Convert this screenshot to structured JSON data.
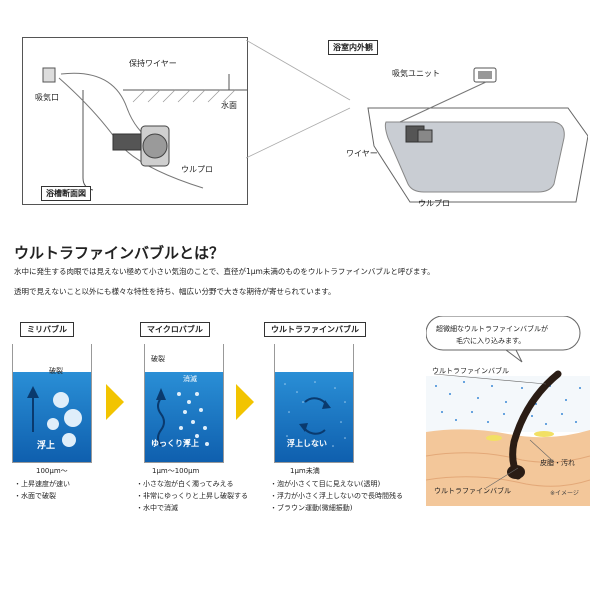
{
  "cross_section": {
    "wire_label": "保持ワイヤー",
    "intake_label": "吸気口",
    "water_label": "水面",
    "device_label": "ウルプロ",
    "caption": "浴槽断面図"
  },
  "bath_view": {
    "caption": "浴室内外観",
    "unit_label": "吸気ユニット",
    "wire_label": "ワイヤー",
    "device_label": "ウルプロ"
  },
  "intro": {
    "title": "ウルトラファインバブルとは？",
    "line1": "水中に発生する肉眼では見えない極めて小さい気泡のことで、直径が1μm未満のものをウルトラファインバブルと呼びます。",
    "line2": "透明で見えないこと以外にも様々な特性を持ち、幅広い分野で大きな期待が寄せられています。"
  },
  "bubbles": [
    {
      "name": "ミリバブル",
      "top_note": "破裂",
      "action": "浮上",
      "size": "100μm～",
      "points": [
        "上昇速度が速い",
        "水面で破裂"
      ]
    },
    {
      "name": "マイクロバブル",
      "top_note": "破裂",
      "inner_note": "消滅",
      "action": "ゆっくり浮上",
      "size": "1μm～100μm",
      "points": [
        "小さな泡が白く濁ってみえる",
        "非常にゆっくりと上昇し破裂する",
        "水中で消滅"
      ]
    },
    {
      "name": "ウルトラファインバブル",
      "action": "浮上しない",
      "size": "1μm未満",
      "points": [
        "泡が小さくて目に見えない(透明)",
        "浮力が小さく浮上しないので長時間残る",
        "ブラウン運動(微細振動)"
      ]
    }
  ],
  "skin": {
    "callout_line1": "超微細なウルトラファインバブルが",
    "callout_line2": "毛穴に入り込みます。",
    "ufb_label": "ウルトラファインバブル",
    "dirt_label": "皮脂・汚れ",
    "ufb_label2": "ウルトラファインバブル",
    "note": "※イメージ"
  },
  "colors": {
    "water_top": "#2a8fd6",
    "water_bottom": "#0f5fae",
    "accent_yellow": "#f2c400",
    "skin": "#f3c79a",
    "hair": "#2a1c14"
  }
}
